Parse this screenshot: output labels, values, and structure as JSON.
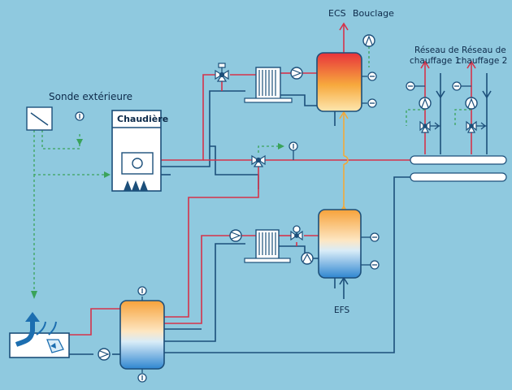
{
  "labels": {
    "sonde": "Sonde extérieure",
    "chaudiere": "Chaudière",
    "ecs": "ECS",
    "bouclage": "Bouclage",
    "reseau1_l1": "Réseau de",
    "reseau1_l2": "chauffage 1",
    "reseau2_l1": "Réseau de",
    "reseau2_l2": "chauffage 2",
    "efs": "EFS"
  },
  "colors": {
    "background": "#8fc9df",
    "hot_line": "#d5334a",
    "cold_line": "#1c4f7a",
    "control_line": "#3aa35a",
    "ecs_line": "#f2a93b",
    "tank_top": "#f7a23a",
    "tank_bottom": "#2f8ad1",
    "hot_tank_top": "#e23a3a"
  },
  "icons": [
    "pump-icon",
    "three-way-valve-icon",
    "plate-exchanger-icon",
    "thermometer-icon",
    "outdoor-sensor-icon",
    "heat-pump-icon"
  ]
}
